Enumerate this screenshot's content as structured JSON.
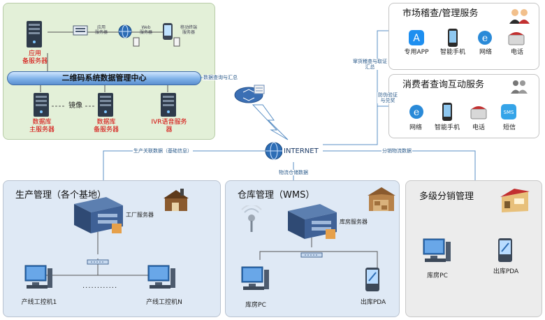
{
  "datacenter": {
    "title": "二维码系统数据管理中心",
    "app_server": "应用\n备服务器",
    "small_servers": [
      "应用\n服务器",
      "Web\n服务器",
      "移动终端\n服务器"
    ],
    "mirror": "镜像",
    "db_main": "数据库\n主服务器",
    "db_backup": "数据库\n备服务器",
    "ivr": "IVR语音服务\n器"
  },
  "market": {
    "title": "市场稽查/管理服务",
    "items": [
      "专用APP",
      "智能手机",
      "网络",
      "电话"
    ]
  },
  "consumer": {
    "title": "消费者查询互动服务",
    "items": [
      "网络",
      "智能手机",
      "电话",
      "短信"
    ]
  },
  "connectors": {
    "data_query": "数据查询与汇总",
    "inspect": "窜货稽查与取证\n汇总",
    "anticounterfeit": "防伪验证\n与兑奖",
    "production_data": "生产关联数据（基础信息）",
    "distribution_data": "分销物流数据",
    "logistics_data": "物流仓储数据",
    "internet": "INTERNET"
  },
  "production": {
    "title": "生产管理（各个基地）",
    "server": "工厂服务器",
    "pc1": "产线工控机1",
    "pcN": "产线工控机N",
    "dots": "............"
  },
  "warehouse": {
    "title": "仓库管理（WMS）",
    "server": "库房服务器",
    "pc": "库房PC",
    "pda": "出库PDA"
  },
  "distribution": {
    "title": "多级分销管理",
    "pc": "库房PC",
    "pda": "出库PDA"
  },
  "colors": {
    "green_panel": "#e3f0d8",
    "blue_panel": "#dfe9f5",
    "gray_panel": "#ececec",
    "line": "#5a8fc4",
    "red_text": "#d40000"
  }
}
